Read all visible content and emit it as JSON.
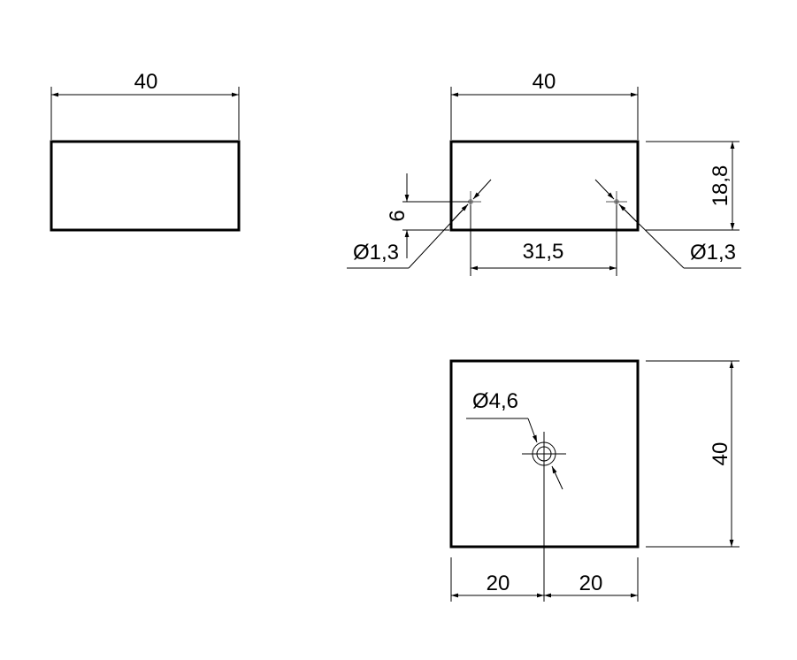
{
  "drawing": {
    "front_view": {
      "width_label": "40"
    },
    "side_view": {
      "width_label": "40",
      "height_label": "18,8",
      "hole_height_label": "6",
      "hole_spacing_label": "31,5",
      "left_hole_label": "Ø1,3",
      "right_hole_label": "Ø1,3"
    },
    "top_view": {
      "height_label": "40",
      "hole_label": "Ø4,6",
      "left_offset_label": "20",
      "right_offset_label": "20"
    }
  }
}
